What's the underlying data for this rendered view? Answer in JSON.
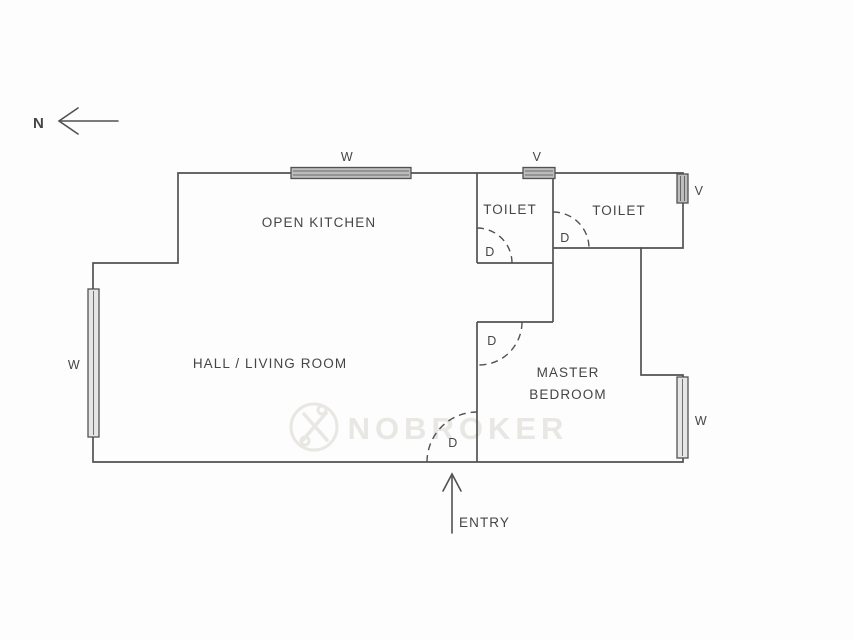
{
  "floorplan": {
    "compass": {
      "label": "N"
    },
    "rooms": {
      "open_kitchen": {
        "label": "OPEN KITCHEN"
      },
      "hall_living_room": {
        "label": "HALL / LIVING ROOM"
      },
      "toilet_1": {
        "label": "TOILET"
      },
      "toilet_2": {
        "label": "TOILET"
      },
      "master_bedroom": {
        "line1": "MASTER",
        "line2": "BEDROOM"
      }
    },
    "entry": {
      "label": "ENTRY"
    },
    "openings": {
      "window_top": {
        "label": "W"
      },
      "vent_top": {
        "label": "V"
      },
      "vent_right": {
        "label": "V"
      },
      "window_right": {
        "label": "W"
      },
      "window_left": {
        "label": "W"
      },
      "door_toilet_1": {
        "label": "D"
      },
      "door_toilet_2": {
        "label": "D"
      },
      "door_master_bedroom": {
        "label": "D"
      },
      "door_entry": {
        "label": "D"
      }
    },
    "watermark": {
      "brand": "NOBROKER"
    },
    "colors": {
      "line": "#525252",
      "text": "#454545",
      "window_fill_dark": "#bdbdbd",
      "window_fill_light": "#e6e6e6",
      "watermark": "#e9e7e3",
      "background": "#fdfdfd"
    }
  }
}
